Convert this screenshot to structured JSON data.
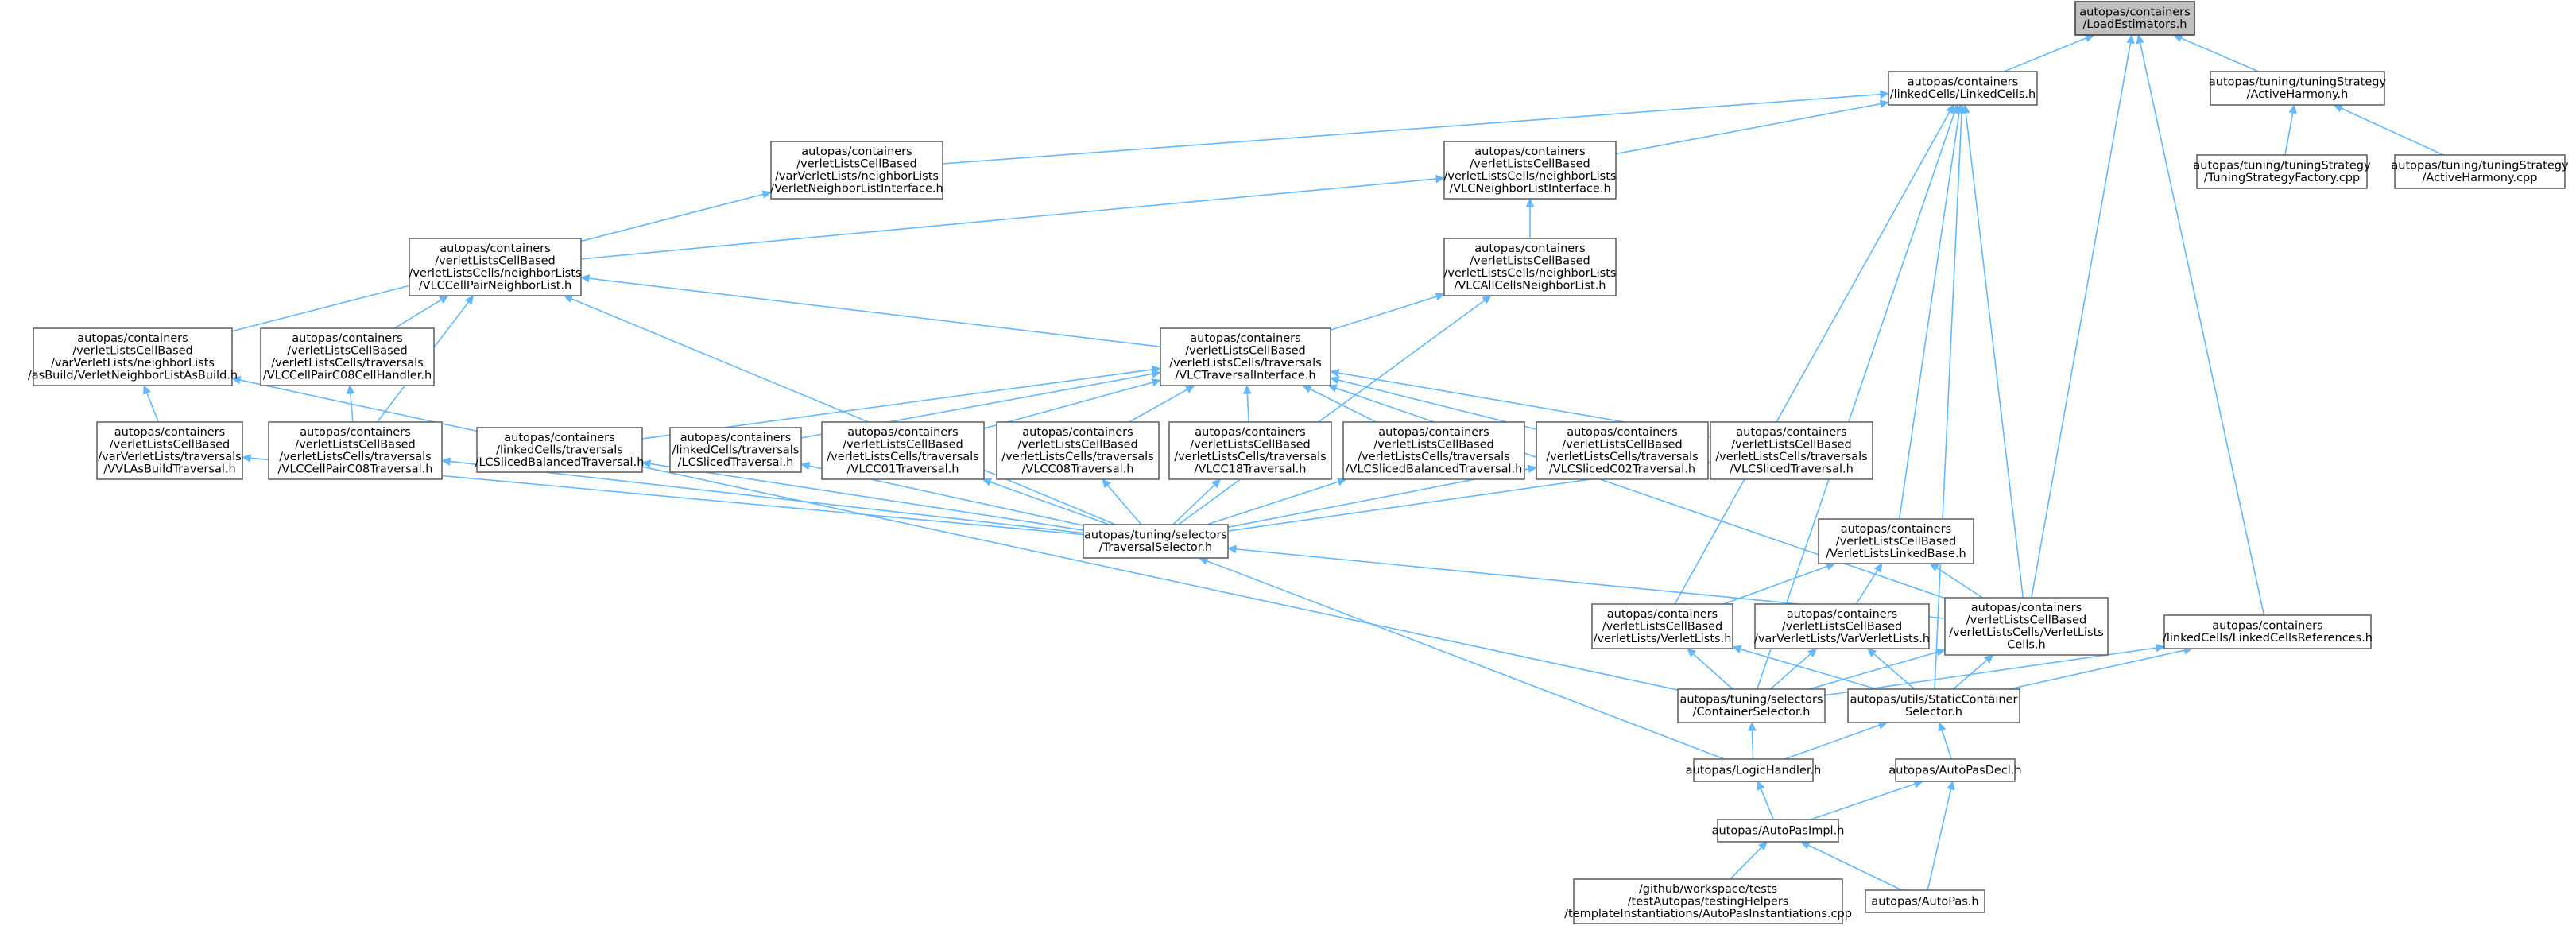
{
  "colors": {
    "background": "#ffffff",
    "node_fill": "#ffffff",
    "node_border": "#666666",
    "root_fill": "#bfbfbf",
    "root_border": "#404040",
    "edge": "#63b8ff",
    "text": "#000000"
  },
  "nodes": [
    {
      "id": "load_estimators",
      "lines": [
        "autopas/containers",
        "/LoadEstimators.h"
      ],
      "root": true
    },
    {
      "id": "linked_cells",
      "lines": [
        "autopas/containers",
        "/linkedCells/LinkedCells.h"
      ]
    },
    {
      "id": "active_harmony_h",
      "lines": [
        "autopas/tuning/tuningStrategy",
        "/ActiveHarmony.h"
      ]
    },
    {
      "id": "tuning_strategy_factory",
      "lines": [
        "autopas/tuning/tuningStrategy",
        "/TuningStrategyFactory.cpp"
      ]
    },
    {
      "id": "active_harmony_cpp",
      "lines": [
        "autopas/tuning/tuningStrategy",
        "/ActiveHarmony.cpp"
      ]
    },
    {
      "id": "verlet_neighbor_list_interface",
      "lines": [
        "autopas/containers",
        "/verletListsCellBased",
        "/varVerletLists/neighborLists",
        "/VerletNeighborListInterface.h"
      ]
    },
    {
      "id": "vlc_neighbor_list_interface",
      "lines": [
        "autopas/containers",
        "/verletListsCellBased",
        "/verletListsCells/neighborLists",
        "/VLCNeighborListInterface.h"
      ]
    },
    {
      "id": "vlc_cell_pair_neighbor_list",
      "lines": [
        "autopas/containers",
        "/verletListsCellBased",
        "/verletListsCells/neighborLists",
        "/VLCCellPairNeighborList.h"
      ]
    },
    {
      "id": "vlc_all_cells_neighbor_list",
      "lines": [
        "autopas/containers",
        "/verletListsCellBased",
        "/verletListsCells/neighborLists",
        "/VLCAllCellsNeighborList.h"
      ]
    },
    {
      "id": "verlet_neighbor_list_as_build",
      "lines": [
        "autopas/containers",
        "/verletListsCellBased",
        "/varVerletLists/neighborLists",
        "/asBuild/VerletNeighborListAsBuild.h"
      ]
    },
    {
      "id": "vlc_cell_pair_c08_cell_handler",
      "lines": [
        "autopas/containers",
        "/verletListsCellBased",
        "/verletListsCells/traversals",
        "/VLCCellPairC08CellHandler.h"
      ]
    },
    {
      "id": "vlc_traversal_interface",
      "lines": [
        "autopas/containers",
        "/verletListsCellBased",
        "/verletListsCells/traversals",
        "/VLCTraversalInterface.h"
      ]
    },
    {
      "id": "vvl_as_build_traversal",
      "lines": [
        "autopas/containers",
        "/verletListsCellBased",
        "/varVerletLists/traversals",
        "/VVLAsBuildTraversal.h"
      ]
    },
    {
      "id": "vlc_cell_pair_c08_traversal",
      "lines": [
        "autopas/containers",
        "/verletListsCellBased",
        "/verletListsCells/traversals",
        "/VLCCellPairC08Traversal.h"
      ]
    },
    {
      "id": "lc_sliced_balanced_traversal",
      "lines": [
        "autopas/containers",
        "/linkedCells/traversals",
        "/LCSlicedBalancedTraversal.h"
      ]
    },
    {
      "id": "lc_sliced_traversal",
      "lines": [
        "autopas/containers",
        "/linkedCells/traversals",
        "/LCSlicedTraversal.h"
      ]
    },
    {
      "id": "vlc_c01_traversal",
      "lines": [
        "autopas/containers",
        "/verletListsCellBased",
        "/verletListsCells/traversals",
        "/VLCC01Traversal.h"
      ]
    },
    {
      "id": "vlc_c08_traversal",
      "lines": [
        "autopas/containers",
        "/verletListsCellBased",
        "/verletListsCells/traversals",
        "/VLCC08Traversal.h"
      ]
    },
    {
      "id": "vlc_c18_traversal",
      "lines": [
        "autopas/containers",
        "/verletListsCellBased",
        "/verletListsCells/traversals",
        "/VLCC18Traversal.h"
      ]
    },
    {
      "id": "vlc_sliced_balanced_traversal",
      "lines": [
        "autopas/containers",
        "/verletListsCellBased",
        "/verletListsCells/traversals",
        "/VLCSlicedBalancedTraversal.h"
      ]
    },
    {
      "id": "vlc_sliced_c02_traversal",
      "lines": [
        "autopas/containers",
        "/verletListsCellBased",
        "/verletListsCells/traversals",
        "/VLCSlicedC02Traversal.h"
      ]
    },
    {
      "id": "vlc_sliced_traversal",
      "lines": [
        "autopas/containers",
        "/verletListsCellBased",
        "/verletListsCells/traversals",
        "/VLCSlicedTraversal.h"
      ]
    },
    {
      "id": "traversal_selector",
      "lines": [
        "autopas/tuning/selectors",
        "/TraversalSelector.h"
      ]
    },
    {
      "id": "verlet_lists_linked_base",
      "lines": [
        "autopas/containers",
        "/verletListsCellBased",
        "/VerletListsLinkedBase.h"
      ]
    },
    {
      "id": "verlet_lists",
      "lines": [
        "autopas/containers",
        "/verletListsCellBased",
        "/verletLists/VerletLists.h"
      ]
    },
    {
      "id": "var_verlet_lists",
      "lines": [
        "autopas/containers",
        "/verletListsCellBased",
        "/varVerletLists/VarVerletLists.h"
      ]
    },
    {
      "id": "verlet_lists_cells",
      "lines": [
        "autopas/containers",
        "/verletListsCellBased",
        "/verletListsCells/VerletLists",
        "Cells.h"
      ]
    },
    {
      "id": "linked_cells_references",
      "lines": [
        "autopas/containers",
        "/linkedCells/LinkedCellsReferences.h"
      ]
    },
    {
      "id": "container_selector",
      "lines": [
        "autopas/tuning/selectors",
        "/ContainerSelector.h"
      ]
    },
    {
      "id": "static_container_selector",
      "lines": [
        "autopas/utils/StaticContainer",
        "Selector.h"
      ]
    },
    {
      "id": "logic_handler",
      "lines": [
        "autopas/LogicHandler.h"
      ]
    },
    {
      "id": "autopas_decl",
      "lines": [
        "autopas/AutoPasDecl.h"
      ]
    },
    {
      "id": "autopas_impl",
      "lines": [
        "autopas/AutoPasImpl.h"
      ]
    },
    {
      "id": "autopas_instantiations",
      "lines": [
        "/github/workspace/tests",
        "/testAutopas/testingHelpers",
        "/templateInstantiations/AutoPasInstantiations.cpp"
      ]
    },
    {
      "id": "autopas_h",
      "lines": [
        "autopas/AutoPas.h"
      ]
    }
  ],
  "edges": [
    [
      "linked_cells",
      "load_estimators"
    ],
    [
      "active_harmony_h",
      "load_estimators"
    ],
    [
      "verlet_lists_cells",
      "load_estimators"
    ],
    [
      "linked_cells_references",
      "load_estimators"
    ],
    [
      "tuning_strategy_factory",
      "active_harmony_h"
    ],
    [
      "active_harmony_cpp",
      "active_harmony_h"
    ],
    [
      "verlet_neighbor_list_interface",
      "linked_cells"
    ],
    [
      "vlc_neighbor_list_interface",
      "linked_cells"
    ],
    [
      "container_selector",
      "linked_cells"
    ],
    [
      "verlet_lists",
      "linked_cells"
    ],
    [
      "verlet_lists_linked_base",
      "linked_cells"
    ],
    [
      "verlet_lists_cells",
      "linked_cells"
    ],
    [
      "static_container_selector",
      "linked_cells"
    ],
    [
      "verlet_neighbor_list_as_build",
      "verlet_neighbor_list_interface"
    ],
    [
      "vlc_cell_pair_neighbor_list",
      "vlc_neighbor_list_interface"
    ],
    [
      "vlc_all_cells_neighbor_list",
      "vlc_neighbor_list_interface"
    ],
    [
      "vlc_cell_pair_c08_cell_handler",
      "vlc_cell_pair_neighbor_list"
    ],
    [
      "vlc_cell_pair_c08_traversal",
      "vlc_cell_pair_neighbor_list"
    ],
    [
      "vlc_traversal_interface",
      "vlc_cell_pair_neighbor_list"
    ],
    [
      "traversal_selector",
      "vlc_cell_pair_neighbor_list"
    ],
    [
      "vlc_traversal_interface",
      "vlc_all_cells_neighbor_list"
    ],
    [
      "traversal_selector",
      "vlc_all_cells_neighbor_list"
    ],
    [
      "vvl_as_build_traversal",
      "verlet_neighbor_list_as_build"
    ],
    [
      "container_selector",
      "verlet_neighbor_list_as_build"
    ],
    [
      "vlc_cell_pair_c08_traversal",
      "vlc_cell_pair_c08_cell_handler"
    ],
    [
      "lc_sliced_balanced_traversal",
      "vlc_traversal_interface"
    ],
    [
      "lc_sliced_traversal",
      "vlc_traversal_interface"
    ],
    [
      "vlc_c01_traversal",
      "vlc_traversal_interface"
    ],
    [
      "vlc_c08_traversal",
      "vlc_traversal_interface"
    ],
    [
      "vlc_c18_traversal",
      "vlc_traversal_interface"
    ],
    [
      "vlc_sliced_balanced_traversal",
      "vlc_traversal_interface"
    ],
    [
      "vlc_sliced_c02_traversal",
      "vlc_traversal_interface"
    ],
    [
      "vlc_sliced_traversal",
      "vlc_traversal_interface"
    ],
    [
      "verlet_lists_cells",
      "vlc_traversal_interface"
    ],
    [
      "traversal_selector",
      "vvl_as_build_traversal"
    ],
    [
      "traversal_selector",
      "vlc_cell_pair_c08_traversal"
    ],
    [
      "traversal_selector",
      "lc_sliced_balanced_traversal"
    ],
    [
      "traversal_selector",
      "lc_sliced_traversal"
    ],
    [
      "traversal_selector",
      "vlc_c01_traversal"
    ],
    [
      "traversal_selector",
      "vlc_c08_traversal"
    ],
    [
      "traversal_selector",
      "vlc_c18_traversal"
    ],
    [
      "traversal_selector",
      "vlc_sliced_balanced_traversal"
    ],
    [
      "traversal_selector",
      "vlc_sliced_c02_traversal"
    ],
    [
      "traversal_selector",
      "vlc_sliced_traversal"
    ],
    [
      "verlet_lists_cells",
      "traversal_selector"
    ],
    [
      "logic_handler",
      "traversal_selector"
    ],
    [
      "verlet_lists",
      "verlet_lists_linked_base"
    ],
    [
      "var_verlet_lists",
      "verlet_lists_linked_base"
    ],
    [
      "verlet_lists_cells",
      "verlet_lists_linked_base"
    ],
    [
      "container_selector",
      "verlet_lists"
    ],
    [
      "static_container_selector",
      "verlet_lists"
    ],
    [
      "container_selector",
      "var_verlet_lists"
    ],
    [
      "static_container_selector",
      "var_verlet_lists"
    ],
    [
      "container_selector",
      "verlet_lists_cells"
    ],
    [
      "static_container_selector",
      "verlet_lists_cells"
    ],
    [
      "container_selector",
      "linked_cells_references"
    ],
    [
      "static_container_selector",
      "linked_cells_references"
    ],
    [
      "logic_handler",
      "container_selector"
    ],
    [
      "logic_handler",
      "static_container_selector"
    ],
    [
      "autopas_decl",
      "static_container_selector"
    ],
    [
      "autopas_impl",
      "logic_handler"
    ],
    [
      "autopas_impl",
      "autopas_decl"
    ],
    [
      "autopas_h",
      "autopas_decl"
    ],
    [
      "autopas_instantiations",
      "autopas_impl"
    ],
    [
      "autopas_h",
      "autopas_impl"
    ]
  ]
}
